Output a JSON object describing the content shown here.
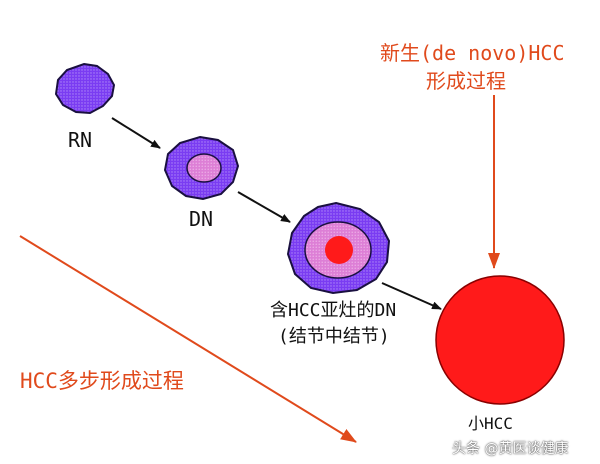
{
  "labels": {
    "rn": "RN",
    "dn": "DN",
    "dn_with_hcc_line1": "含HCC亚灶的DN",
    "dn_with_hcc_line2": "(结节中结节)",
    "small_hcc": "小HCC",
    "de_novo_line1": "新生(de novo)HCC",
    "de_novo_line2": "形成过程",
    "multistep": "HCC多步形成过程"
  },
  "watermark": "头条 @黄医谈健康",
  "colors": {
    "nodule_fill": "#8a4bf0",
    "nodule_stroke": "#1a1040",
    "inner_fill": "#e38ad9",
    "tumor_red": "#ff1a1a",
    "arrow_orange": "#e04a1c",
    "arrow_black": "#111111"
  }
}
